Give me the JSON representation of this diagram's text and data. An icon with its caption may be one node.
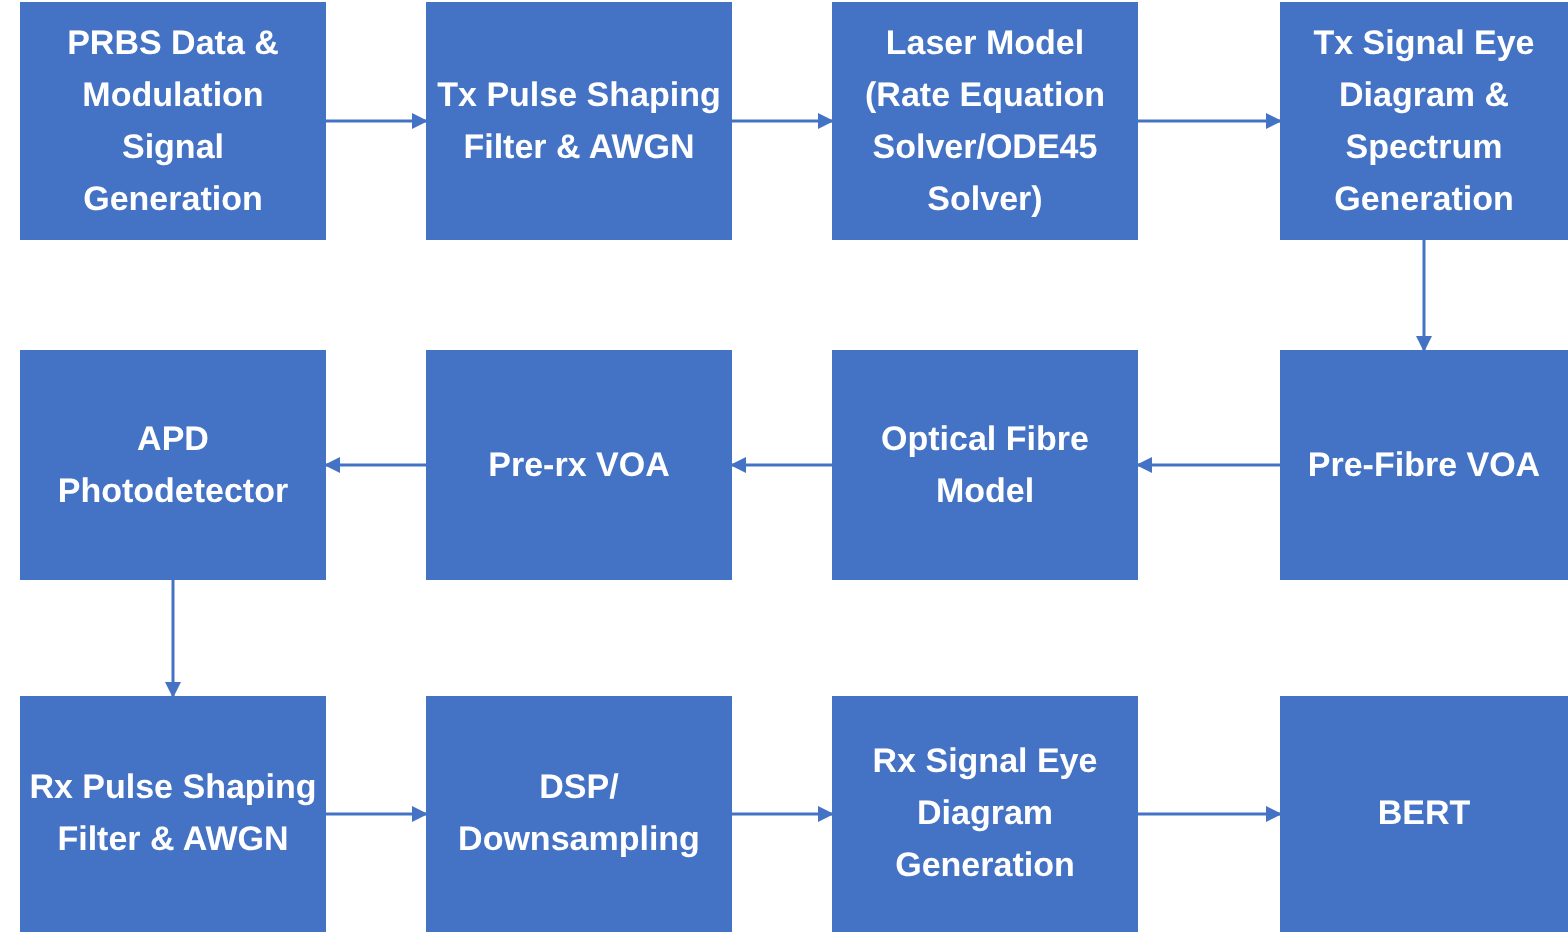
{
  "diagram": {
    "nodes": [
      {
        "text": [
          "PRBS Data & Modulation Signal Generation"
        ]
      },
      {
        "text": [
          "Tx Pulse Shaping Filter & AWGN"
        ]
      },
      {
        "text": [
          "Laser Model (Rate Equation Solver/ODE45 Solver)"
        ]
      },
      {
        "text": [
          "Tx Signal Eye Diagram & Spectrum Generation"
        ]
      },
      {
        "text": [
          "APD Photodetector"
        ]
      },
      {
        "text": [
          "Pre-rx VOA"
        ]
      },
      {
        "text": [
          "Optical Fibre Model"
        ]
      },
      {
        "text": [
          "Pre-Fibre VOA"
        ]
      },
      {
        "text": [
          "Rx Pulse Shaping Filter & AWGN"
        ]
      },
      {
        "text": [
          "DSP/ Downsampling"
        ]
      },
      {
        "text": [
          "Rx Signal Eye Diagram Generation"
        ]
      },
      {
        "text": [
          "BERT"
        ]
      }
    ],
    "edges": [
      {
        "from": 0,
        "to": 1,
        "arrow": "to"
      },
      {
        "from": 1,
        "to": 2,
        "arrow": "to"
      },
      {
        "from": 2,
        "to": 3,
        "arrow": "to"
      },
      {
        "from": 3,
        "to": 7,
        "arrow": "to"
      },
      {
        "from": 7,
        "to": 6,
        "arrow": "to"
      },
      {
        "from": 6,
        "to": 5,
        "arrow": "to"
      },
      {
        "from": 5,
        "to": 4,
        "arrow": "to"
      },
      {
        "from": 4,
        "to": 8,
        "arrow": "to"
      },
      {
        "from": 8,
        "to": 9,
        "arrow": "to"
      },
      {
        "from": 9,
        "to": 10,
        "arrow": "to"
      },
      {
        "from": 10,
        "to": 11,
        "arrow": "to"
      }
    ]
  }
}
